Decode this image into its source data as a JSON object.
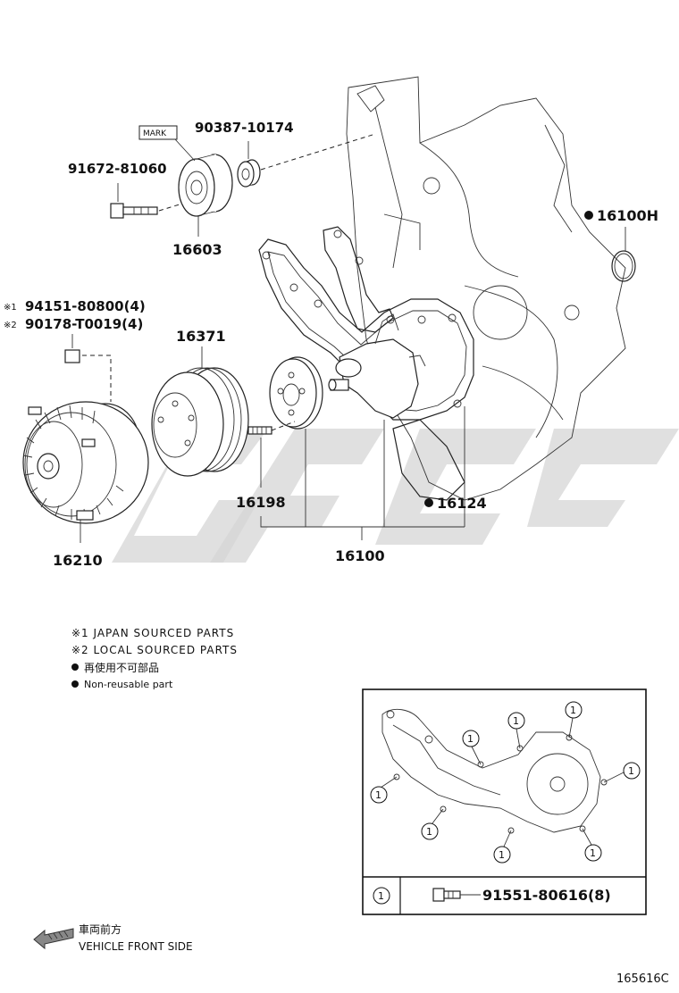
{
  "diagram": {
    "parts": {
      "p90387": "90387-10174",
      "p91672": "91672-81060",
      "p16603": "16603",
      "p16100H": "16100H",
      "p94151": "94151-80800(4)",
      "p90178": "90178-T0019(4)",
      "p16371": "16371",
      "p16198": "16198",
      "p16124": "16124",
      "p16210": "16210",
      "p16100": "16100"
    },
    "mark_label": "MARK",
    "ref1": "※1",
    "ref2": "※2",
    "non_reusable_dot": "●"
  },
  "legend": {
    "japan": "※1 JAPAN SOURCED PARTS",
    "local": "※2 LOCAL SOURCED PARTS",
    "nonreuse_jp": "再使用不可部品",
    "nonreuse_en": "Non-reusable part"
  },
  "detail": {
    "callout": "1",
    "bolt_part": "91551-80616(8)"
  },
  "front": {
    "jp": "車両前方",
    "en": "VEHICLE FRONT SIDE"
  },
  "figure_id": "165616C"
}
